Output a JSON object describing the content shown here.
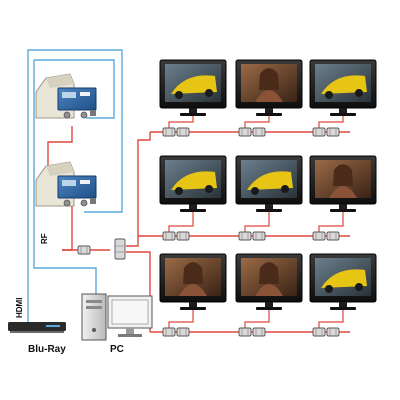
{
  "labels": {
    "hdmi": "HDMI",
    "rf": "RF",
    "source_bluray": "Blu-Ray",
    "source_pc": "PC"
  },
  "colors": {
    "rf_cable": "#e0463f",
    "hdmi_cable": "#5aa9dc",
    "splitter_grey": "#c9c9c9",
    "screen_car": "#e6c514",
    "screen_girl": "#8a5236"
  },
  "icons": {
    "modulator": "rf-modulator-icon",
    "splitter": "splitter-icon",
    "tap": "tap-icon",
    "television": "tv-icon",
    "bluray": "bluray-player-icon",
    "computer": "pc-tower-icon",
    "monitor": "monitor-icon"
  },
  "tv_grid": {
    "rows": 3,
    "columns": 3,
    "screens": [
      [
        "car",
        "girl",
        "car"
      ],
      [
        "car",
        "car",
        "girl"
      ],
      [
        "girl",
        "girl",
        "car"
      ]
    ]
  }
}
